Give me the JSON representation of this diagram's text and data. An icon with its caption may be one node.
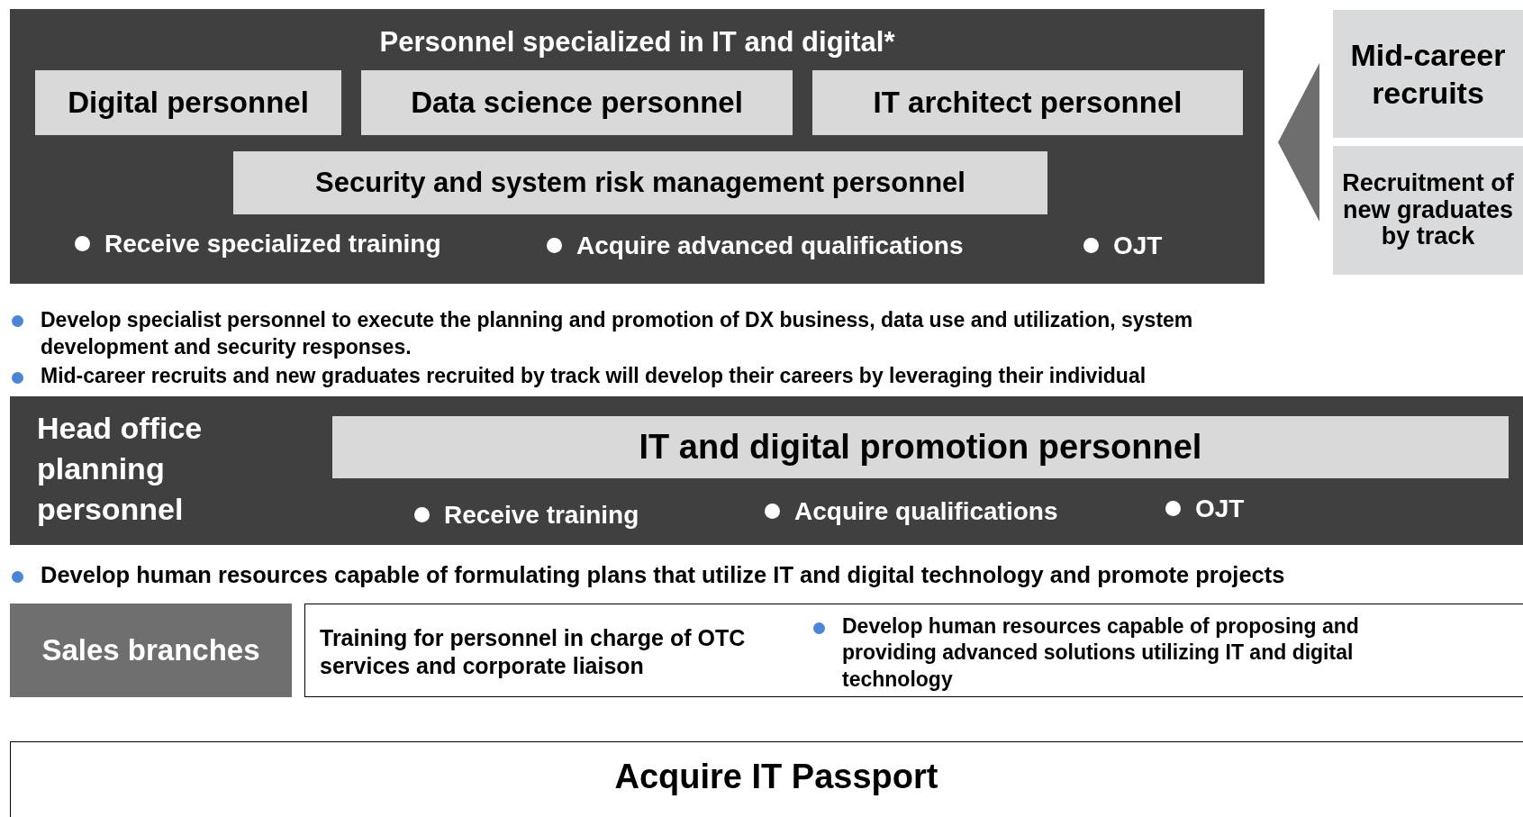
{
  "diagram": {
    "nodes": [
      {
        "text": [
          "Personnel specialized in IT and digital*",
          "Receive specialized training",
          "Acquire advanced qualifications",
          "OJT"
        ]
      },
      {
        "text": [
          "Digital personnel"
        ],
        "in": 0
      },
      {
        "text": [
          "Data science personnel"
        ],
        "in": 0
      },
      {
        "text": [
          "IT architect personnel"
        ],
        "in": 0
      },
      {
        "text": [
          "Security and system risk management personnel"
        ],
        "in": 0
      },
      {
        "text": [
          "Mid-career recruits"
        ]
      },
      {
        "text": [
          "Recruitment of new graduates by track"
        ]
      },
      {
        "text": [
          "Head office planning personnel",
          "Receive training",
          "Acquire qualifications",
          "OJT"
        ]
      },
      {
        "text": [
          "IT and digital promotion personnel"
        ],
        "in": 7
      },
      {
        "text": [
          "Sales branches"
        ]
      },
      {
        "text": [
          "Training for personnel in charge of OTC services and corporate liaison",
          "Develop human resources capable of proposing and providing advanced solutions utilizing  IT and digital technology"
        ]
      },
      {
        "text": [
          "Acquire IT Passport"
        ]
      }
    ],
    "edges": [
      {
        "from": 5,
        "to": 0,
        "arrow": "to"
      },
      {
        "from": 6,
        "to": 0,
        "arrow": "to"
      }
    ],
    "labels": [
      "Develop specialist personnel to execute the planning and promotion of DX business, data use and utilization, system development and security responses.",
      "Mid-career recruits and new graduates recruited by track will develop their careers by leveraging their individual",
      "Develop human resources capable of formulating plans that utilize IT and digital technology and promote projects"
    ]
  }
}
